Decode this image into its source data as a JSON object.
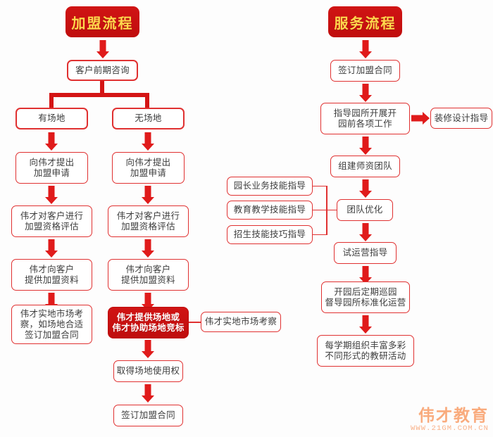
{
  "diagram": {
    "title_left": "加盟流程",
    "title_right": "服务流程",
    "background_color": "#fdfdfd",
    "accent_color": "#e03131",
    "fill_color": "#cc1111",
    "title_text_color": "#ffd84d",
    "body_text_color": "#3c3c3c"
  },
  "join_flow": {
    "banner": "加盟流程",
    "start": "客户前期咨询",
    "branch_with_site": "有场地",
    "branch_without_site": "无场地",
    "left_column": [
      "向伟才提出\n加盟申请",
      "伟才对客户进行\n加盟资格评估",
      "伟才向客户\n提供加盟资料",
      "伟才实地市场考\n察，如场地合适\n签订加盟合同"
    ],
    "right_column": [
      "向伟才提出\n加盟申请",
      "伟才对客户进行\n加盟资格评估",
      "伟才向客户\n提供加盟资料",
      "伟才提供场地或\n伟才协助场地竞标",
      "取得场地使用权",
      "签订加盟合同"
    ],
    "side_note": "伟才实地市场考察"
  },
  "service_flow": {
    "banner": "服务流程",
    "steps": [
      "签订加盟合同",
      "指导园所开展开\n园前各项工作",
      "组建师资团队",
      "团队优化",
      "试运营指导",
      "开园后定期巡园\n督导园所标准化运营",
      "每学期组织丰富多彩\n不同形式的教研活动"
    ],
    "side_note": "装修设计指导",
    "training_items": [
      "园长业务技能指导",
      "教育教学技能指导",
      "招生技能技巧指导"
    ]
  },
  "watermark": {
    "brand": "伟才教育",
    "url": "WWW.21GM.COM.CN"
  }
}
